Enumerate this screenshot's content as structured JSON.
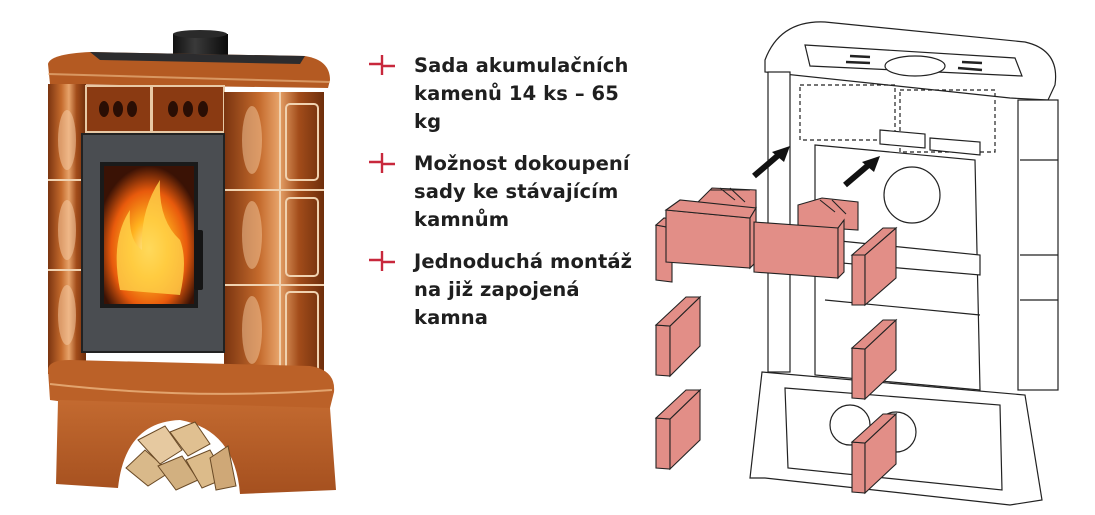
{
  "figure": {
    "left_image": {
      "subject": "Tiled wood-burning stove with glass door, flame visible, and firewood storage arch beneath",
      "colors": {
        "tile_brown": "#9a4a1c",
        "tile_highlight": "#d98a4a",
        "door_gray": "#55585c",
        "flue_black": "#1c1c1c"
      }
    },
    "features": {
      "bullet_color": "#c8283c",
      "bullet_icon": "split-cross-bullet",
      "items": [
        {
          "text": "Sada akumulačních kamenů 14 ks – 65 kg"
        },
        {
          "text": "Možnost dokoupení sady ke stávajícím kamnům"
        },
        {
          "text": "Jednoduchá montáž na již zapojená kamna"
        }
      ]
    },
    "right_image": {
      "subject": "Exploded line drawing of stove frame with accumulation stones being inserted",
      "arrow_count": 2,
      "stone_count_visible": 9,
      "colors": {
        "stone_fill": "#e28e87",
        "line": "#222222",
        "arrow": "#111111"
      }
    }
  }
}
